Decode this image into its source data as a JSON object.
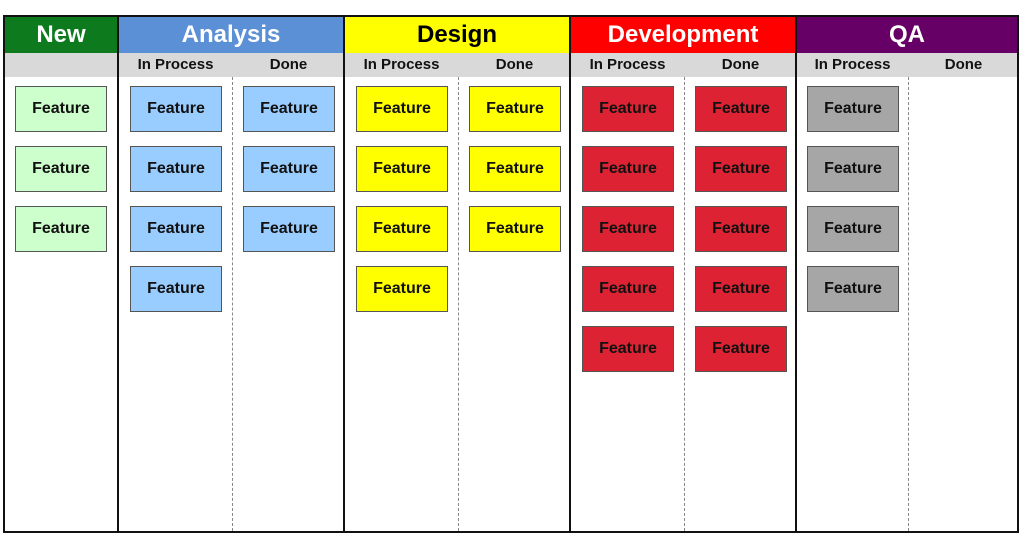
{
  "board": {
    "columns": [
      {
        "id": "new",
        "title": "New",
        "header_bg": "#0d7a1e",
        "header_fg": "#ffffff",
        "card_color": "#ccffcc",
        "lanes": [
          {
            "label": "",
            "cards": [
              "Feature",
              "Feature",
              "Feature"
            ]
          }
        ]
      },
      {
        "id": "analysis",
        "title": "Analysis",
        "header_bg": "#5b8fd6",
        "header_fg": "#ffffff",
        "card_color": "#99ccff",
        "lanes": [
          {
            "label": "In Process",
            "cards": [
              "Feature",
              "Feature",
              "Feature",
              "Feature"
            ]
          },
          {
            "label": "Done",
            "cards": [
              "Feature",
              "Feature",
              "Feature"
            ]
          }
        ]
      },
      {
        "id": "design",
        "title": "Design",
        "header_bg": "#ffff00",
        "header_fg": "#000000",
        "card_color": "#ffff00",
        "lanes": [
          {
            "label": "In Process",
            "cards": [
              "Feature",
              "Feature",
              "Feature",
              "Feature"
            ]
          },
          {
            "label": "Done",
            "cards": [
              "Feature",
              "Feature",
              "Feature"
            ]
          }
        ]
      },
      {
        "id": "development",
        "title": "Development",
        "header_bg": "#ff0000",
        "header_fg": "#ffffff",
        "card_color": "#dd2233",
        "lanes": [
          {
            "label": "In Process",
            "cards": [
              "Feature",
              "Feature",
              "Feature",
              "Feature",
              "Feature"
            ]
          },
          {
            "label": "Done",
            "cards": [
              "Feature",
              "Feature",
              "Feature",
              "Feature",
              "Feature"
            ]
          }
        ]
      },
      {
        "id": "qa",
        "title": "QA",
        "header_bg": "#660066",
        "header_fg": "#ffffff",
        "card_color": "#a6a6a6",
        "lanes": [
          {
            "label": "In Process",
            "cards": [
              "Feature",
              "Feature",
              "Feature",
              "Feature"
            ]
          },
          {
            "label": "Done",
            "cards": []
          }
        ]
      }
    ]
  }
}
